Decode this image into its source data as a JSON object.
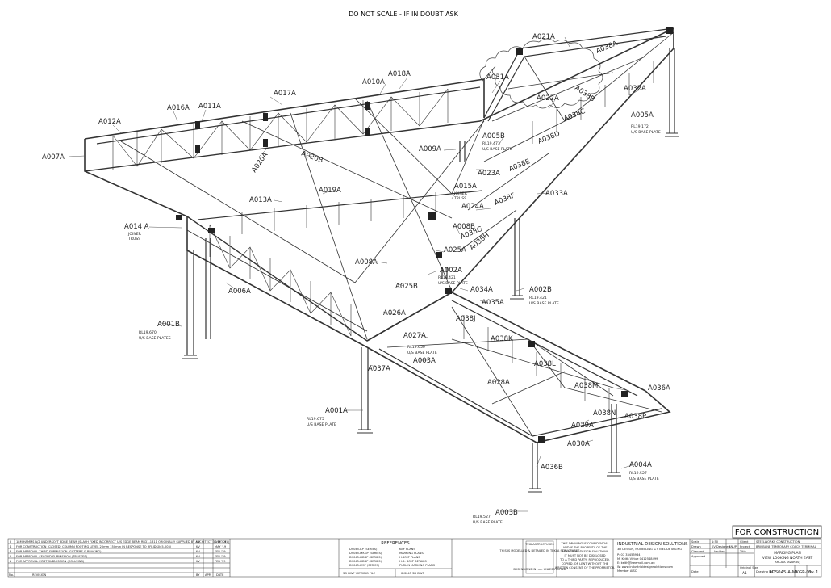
{
  "header": {
    "scale_note": "DO NOT SCALE - IF IN DOUBT ASK"
  },
  "stamp": {
    "text": "FOR CONSTRUCTION"
  },
  "labels": {
    "A021A": "A021A",
    "A038A": "A038A",
    "A031A": "A031A",
    "A032A": "A032A",
    "A038B": "A038B",
    "A022A": "A022A",
    "A038C": "A038C",
    "A005A": "A005A",
    "A005B": "A005B",
    "A038D": "A038D",
    "A018A": "A018A",
    "A010A": "A010A",
    "A017A": "A017A",
    "A016A": "A016A",
    "A011A": "A011A",
    "A012A": "A012A",
    "A007A": "A007A",
    "A020A": "A020A",
    "A020B": "A020B",
    "A009A": "A009A",
    "A038E": "A038E",
    "A023A": "A023A",
    "A015A": "A015A",
    "A033A": "A033A",
    "A038F": "A038F",
    "A013A": "A013A",
    "A019A": "A019A",
    "A024A": "A024A",
    "A014A": "A014 A",
    "A008B": "A008B",
    "A038G": "A038G",
    "A038H": "A038H",
    "A025A": "A025A",
    "A008A": "A008A",
    "A002A": "A002A",
    "A006A": "A006A",
    "A025B": "A025B",
    "A034A": "A034A",
    "A002B": "A002B",
    "A035A": "A035A",
    "A026A": "A026A",
    "A038J": "A038J",
    "A001B": "A001B",
    "A027A": "A027A",
    "A038K": "A038K",
    "A003A": "A003A",
    "A037A": "A037A",
    "A038L": "A038L",
    "A028A": "A028A",
    "A038M": "A038M",
    "A036A": "A036A",
    "A001A": "A001A",
    "A038N": "A038N",
    "A038P": "A038P",
    "A029A": "A029A",
    "A030A": "A030A",
    "A004A": "A004A",
    "A036B": "A036B",
    "A003B": "A003B"
  },
  "notes": {
    "a005a_rl": "RL19.172",
    "a005a_bp": "U/S BASE PLATE",
    "a005b_rl": "RL19.473",
    "a005b_bp": "U/S BASE PLATE",
    "a015a_j1": "JOINER",
    "a015a_j2": "TRUSS",
    "a014a_j1": "JOINER",
    "a014a_j2": "TRUSS",
    "a002a_rl": "RL19.421",
    "a002a_bp": "U/S BASE PLATE",
    "a002b_rl": "RL19.421",
    "a002b_bp": "U/S BASE PLATE",
    "a001b_rl": "RL19.670",
    "a001b_bp": "U/S BASE PLATES",
    "a003a_rl": "RL19.650",
    "a003a_bp": "U/S BASE PLATE",
    "a001a_rl": "RL19.675",
    "a001a_bp": "U/S BASE PLATE",
    "a004a_rl": "RL19.527",
    "a004a_bp": "U/S BASE PLATE",
    "a003b_rl": "RL19.527",
    "a003b_bp": "U/S BASE PLATE"
  },
  "revisions": {
    "rows": [
      {
        "no": "5",
        "desc": "18M HAMMS A/2 UNDERSOFT EDGE BEAM (SLASH FIXED INCORRECT U/S EDGE BEAM RLD1-1811 ORIGINALLY SUPPLIED BY ARCHITECT 3D MODEL)",
        "by": "KV",
        "app": "",
        "date": "JULY '19"
      },
      {
        "no": "4",
        "desc": "FOR CONSTRUCTION (CLOSED) COLUMN FOOTING LEVEL 20mm 150mm IN RESPONSE TO RFI-IDS045-003)",
        "by": "KV",
        "app": "",
        "date": "MAY '19"
      },
      {
        "no": "3",
        "desc": "FOR APPROVAL THIRD SUBMISSION (GUTTERS & BRACING)",
        "by": "KV",
        "app": "",
        "date": "FEB '19"
      },
      {
        "no": "2",
        "desc": "FOR APPROVAL SECOND SUBMISSION (TRUSSES)",
        "by": "KV",
        "app": "",
        "date": "FEB '19"
      },
      {
        "no": "1",
        "desc": "FOR APPROVAL FIRST SUBMISSION (COLUMNS)",
        "by": "KV",
        "app": "",
        "date": "FEB '19"
      }
    ],
    "head": {
      "no": "No.",
      "desc": "REVISION",
      "by": "BY",
      "app": "APP.",
      "date": "DATE"
    }
  },
  "references": {
    "title": "REFERENCES",
    "left": [
      "IDS045-KP (SERIES)",
      "IDS045-MKGP (SERIES)",
      "IDS045-HDBP (SERIES)",
      "IDS045-HDBP (SERIES)",
      "IDS045-PMP (SERIES)"
    ],
    "right": [
      "KEY PLANS",
      "MARKING PLANS",
      "H.BOLT PLANS",
      "H.D. BOLT DETAILS",
      "PURLIN MARKING PLANS"
    ],
    "foot_left": "3D DWF VIEWING FILE",
    "foot_right": "IDS045 3D DWF"
  },
  "legal": {
    "badge": "TEKLASTRUCTURES",
    "badge_sub": "THIS IS MODELLED & DETAILED IN TEKLA STRUCTURES",
    "confidential": [
      "THIS DRAWING IS CONFIDENTIAL",
      "AND IS THE PROPERTY OF THE",
      "INDUSTRIAL DESIGN SOLUTIONS",
      "IT MUST NOT BE DISCLOSED",
      "TO A THIRD PARTY, REPRODUCED,",
      "COPIED, OR LENT WITHOUT THE",
      "WRITTEN CONSENT OF THE PROPRIETOR."
    ],
    "dims_note": "DIMENSIONS IN mm UNLESS NOTED"
  },
  "company": {
    "name": "INDUSTRIAL DESIGN SOLUTIONS",
    "tagline": "3D DESIGN, MODELLING & STEEL DETAILING",
    "phone": "P: 07 33453984",
    "mobile": "M: Keith Virtue 0412548499",
    "email": "E: keith@iseemail.com.au",
    "web": "W: www.industrialdesignsolutions.com",
    "member": "Member AISC"
  },
  "titleblock": {
    "scale_l": "Scale",
    "scale_v": "1:50",
    "drawn_l": "Drawn",
    "drawn_v": "KV",
    "designed_l": "Designed",
    "designed_v": "ANUP",
    "checked_l": "Checked",
    "verifier_l": "Verifier",
    "approved_l": "Approved",
    "date_l": "Date",
    "client_l": "Client",
    "client_v": "STEELWORKS CONSTRUCTION",
    "project_l": "Project",
    "project_v": "BRISBANE TEMPORARY COACH TERMINAL",
    "title_l": "Title",
    "title_v1": "MARKING PLAN",
    "title_v2": "VIEW LOOKING NORTH EAST",
    "title_v3": "ARCA A (AVARBS)",
    "orig_l": "Original Size",
    "orig_v": "A1",
    "dwgno_l": "Drawing No.",
    "dwgno_v": "IDS045-A-MKGP-01",
    "rev_l": "Rev.",
    "rev_v": "1"
  }
}
